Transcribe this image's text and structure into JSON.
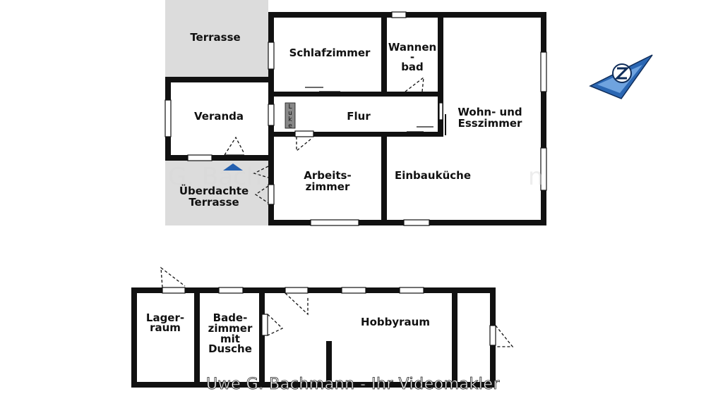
{
  "rooms": {
    "terrasse": "Terrasse",
    "schlafzimmer": "Schlafzimmer",
    "wannenbad_1": "Wannen",
    "wannenbad_2": "-",
    "wannenbad_3": "bad",
    "wohn_1": "Wohn- und",
    "wohn_2": "Esszimmer",
    "veranda": "Veranda",
    "flur": "Flur",
    "arbeits_1": "Arbeits-",
    "arbeits_2": "zimmer",
    "einbaukueche": "Einbauküche",
    "ueberdacht_1": "Überdachte",
    "ueberdacht_2": "Terrasse",
    "lager_1": "Lager-",
    "lager_2": "raum",
    "bade_1": "Bade-",
    "bade_2": "zimmer",
    "bade_3": "mit",
    "bade_4": "Dusche",
    "hobbyraum": "Hobbyraum"
  },
  "hatch": {
    "l1": "L",
    "l2": "u",
    "l3": "k",
    "l4": "e"
  },
  "watermark": {
    "caption": "Uwe G. Bachmann - Ihr Videomakler",
    "faint_left": "G. Bach",
    "faint_right": "n"
  },
  "colors": {
    "wall": "#111111",
    "terrace_fill": "#dcdcdc",
    "logo_blue": "#2b67b3",
    "arrow_blue": "#2460b0"
  },
  "icons": {
    "logo": "videomakler-logo-icon",
    "entrance": "entrance-arrow-icon"
  }
}
